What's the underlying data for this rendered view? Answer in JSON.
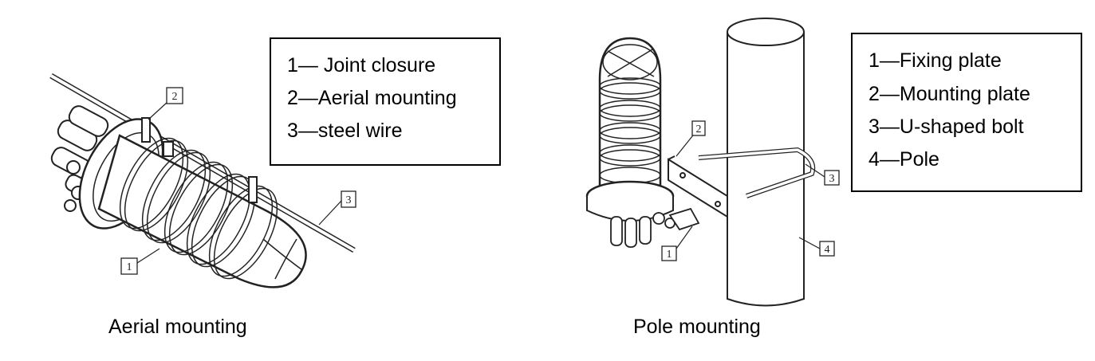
{
  "aerial": {
    "caption": "Aerial mounting",
    "legend": [
      "1— Joint closure",
      "2—Aerial mounting",
      "3—steel wire"
    ],
    "tags": [
      "2",
      "3",
      "1"
    ]
  },
  "pole": {
    "caption": "Pole mounting",
    "legend": [
      "1—Fixing plate",
      "2—Mounting plate",
      "3—U-shaped bolt",
      "4—Pole"
    ],
    "tags": [
      "2",
      "3",
      "4",
      "1"
    ]
  }
}
